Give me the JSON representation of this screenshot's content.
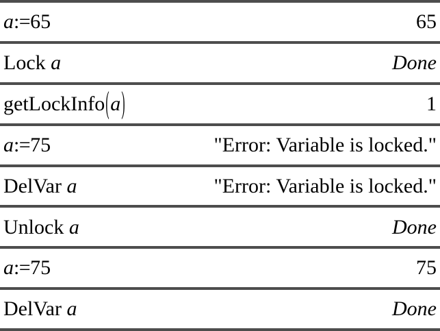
{
  "document": {
    "type": "calculator-history",
    "title": "Lock / Unlock / getLockInfo example",
    "background_color": "#ffffff",
    "rule_color": "#4d4d4d",
    "text_color": "#000000"
  },
  "rows": [
    {
      "expression_plain": "a:=65",
      "expression": {
        "variable": "a",
        "operator": ":=",
        "value": "65"
      },
      "result": "65",
      "result_style": "upright"
    },
    {
      "expression_plain": "Lock a",
      "expression": {
        "command": "Lock",
        "variable": "a"
      },
      "result": "Done",
      "result_style": "italic"
    },
    {
      "expression_plain": "getLockInfo(a)",
      "expression": {
        "function": "getLockInfo",
        "open_paren": "(",
        "variable": "a",
        "close_paren": ")"
      },
      "result": "1",
      "result_style": "upright"
    },
    {
      "expression_plain": "a:=75",
      "expression": {
        "variable": "a",
        "operator": ":=",
        "value": "75"
      },
      "result": "\"Error: Variable is locked.\"",
      "result_style": "upright"
    },
    {
      "expression_plain": "DelVar a",
      "expression": {
        "command": "DelVar",
        "variable": "a"
      },
      "result": "\"Error: Variable is locked.\"",
      "result_style": "upright"
    },
    {
      "expression_plain": "Unlock a",
      "expression": {
        "command": "Unlock",
        "variable": "a"
      },
      "result": "Done",
      "result_style": "italic"
    },
    {
      "expression_plain": "a:=75",
      "expression": {
        "variable": "a",
        "operator": ":=",
        "value": "75"
      },
      "result": "75",
      "result_style": "upright"
    },
    {
      "expression_plain": "DelVar a",
      "expression": {
        "command": "DelVar",
        "variable": "a"
      },
      "result": "Done",
      "result_style": "italic"
    }
  ]
}
